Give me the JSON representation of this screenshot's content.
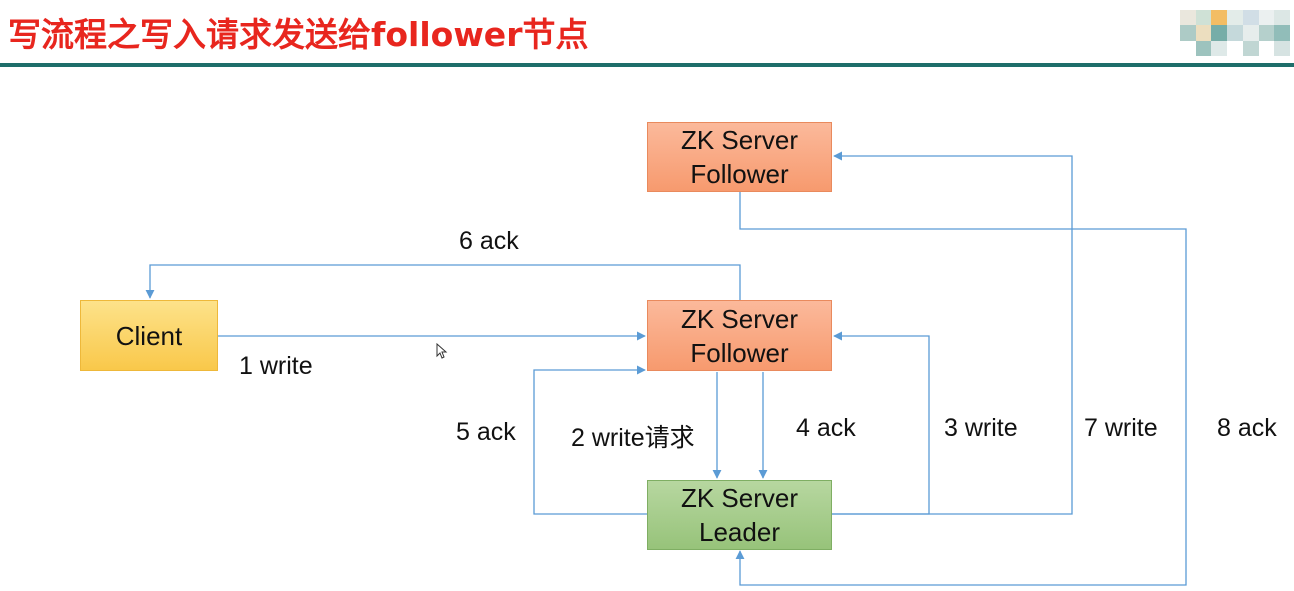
{
  "title": "写流程之写入请求发送给follower节点",
  "nodes": {
    "follower_top": "ZK Server\nFollower",
    "follower_mid": "ZK Server\nFollower",
    "client": "Client",
    "leader": "ZK Server\nLeader"
  },
  "edges": {
    "e1": "1 write",
    "e2": "2 write请求",
    "e3": "3 write",
    "e4": "4 ack",
    "e5": "5 ack",
    "e6": "6 ack",
    "e7": "7 write",
    "e8": "8 ack"
  },
  "colors": {
    "title": "#e8261e",
    "rule": "#1e6e6a",
    "follower": "#f79a6e",
    "client": "#f9c84a",
    "leader": "#97c37a",
    "arrow": "#5b9bd5"
  }
}
